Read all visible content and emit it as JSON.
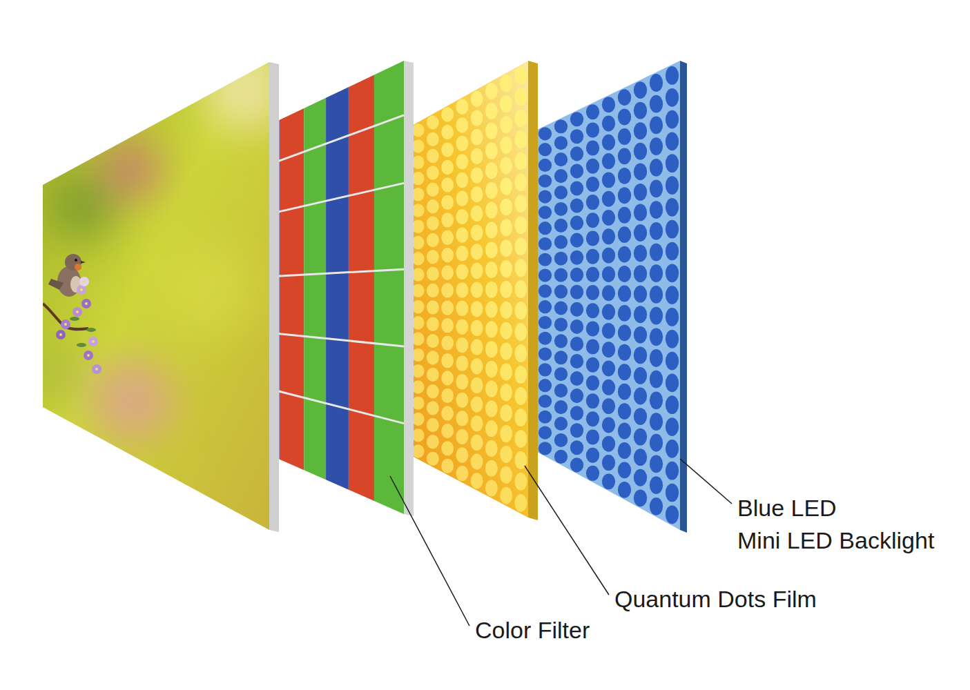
{
  "diagram": {
    "labels": [
      "Color Filter",
      "Quantum Dots Film",
      "Blue LED",
      "Mini LED Backlight"
    ]
  }
}
